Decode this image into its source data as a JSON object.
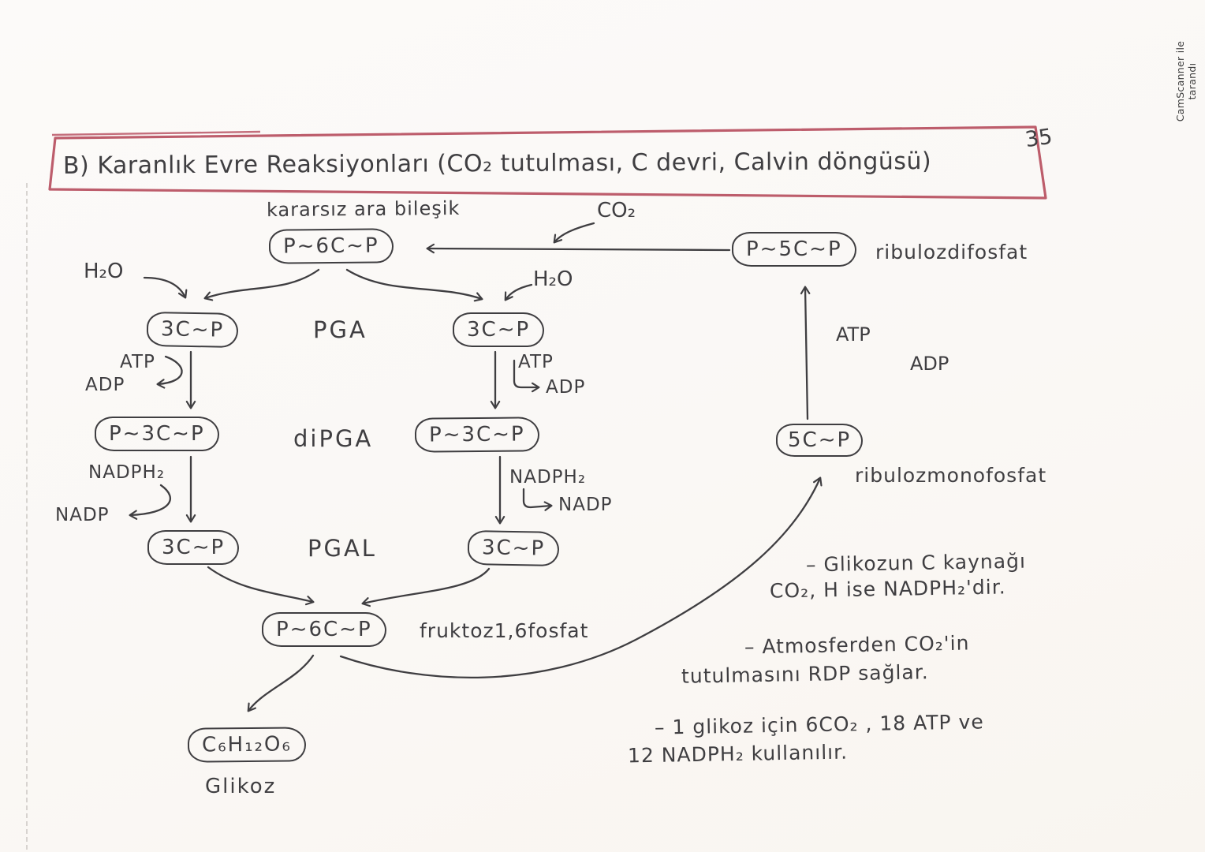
{
  "page": {
    "number": "35",
    "watermark": "CamScanner ile tarandı"
  },
  "title": "B) Karanlık Evre Reaksiyonları (CO₂ tutulması, C devri, Calvin döngüsü)",
  "diagram": {
    "unstable_label": "kararsız ara bileşik",
    "co2": "CO₂",
    "h2o_left": "H₂O",
    "h2o_right": "H₂O",
    "pga": "PGA",
    "dipga": "diPGA",
    "pgal": "PGAL",
    "atp_left": "ATP",
    "adp_left": "ADP",
    "atp_right": "ATP",
    "adp_right": "ADP",
    "nadph2_left": "NADPH₂",
    "nadp_left": "NADP",
    "nadph2_right": "NADPH₂",
    "nadp_right": "NADP",
    "atp_rdp": "ATP",
    "adp_rdp": "ADP",
    "nodes": {
      "p6c_top": "P∼6C∼P",
      "p5c": "P∼5C∼P",
      "c3_left": "3C∼P",
      "c3_right": "3C∼P",
      "p3c_left": "P∼3C∼P",
      "p3c_right": "P∼3C∼P",
      "c3_left2": "3C∼P",
      "c3_right2": "3C∼P",
      "p6c_bottom": "P∼6C∼P",
      "c5": "5C∼P",
      "glucose": "C₆H₁₂O₆"
    },
    "annotations": {
      "rdp": "ribulozdifosfat",
      "rmp": "ribulozmonofosfat",
      "fructose": "fruktoz1,6fosfat",
      "glucose_name": "Glikoz"
    }
  },
  "notes": [
    {
      "l1": "– Glikozun C kaynağı",
      "l2": "CO₂, H ise NADPH₂'dir."
    },
    {
      "l1": "– Atmosferden CO₂'in",
      "l2": "tutulmasını  RDP  sağlar."
    },
    {
      "l1": "– 1 glikoz için 6CO₂ , 18 ATP ve",
      "l2": "12 NADPH₂  kullanılır."
    }
  ],
  "colors": {
    "ink": "#3f3e41",
    "box_red": "#b64b5c",
    "paper": "#faf8f5"
  }
}
